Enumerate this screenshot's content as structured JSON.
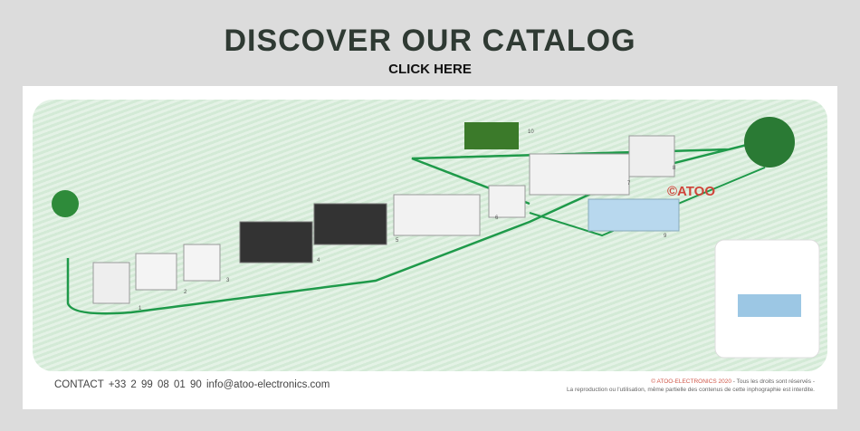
{
  "header": {
    "title": "DISCOVER OUR CATALOG",
    "cta": "CLICK HERE"
  },
  "infographic": {
    "logo": "©ATOO",
    "station_numbers": [
      "1",
      "2",
      "3",
      "4",
      "5",
      "6",
      "7",
      "8",
      "9",
      "10"
    ],
    "line_color": "#1f9a4a"
  },
  "footer": {
    "contact": "CONTACT  +33 2 99 08 01 90  info@atoo-electronics.com",
    "copyright_brand": "© ATOO-ELECTRONICS 2020",
    "copyright_rest": " - Tous les droits sont réservés -",
    "disclaimer": "La reproduction ou l'utilisation, même partielle des contenus de cette inphographie est interdite."
  }
}
